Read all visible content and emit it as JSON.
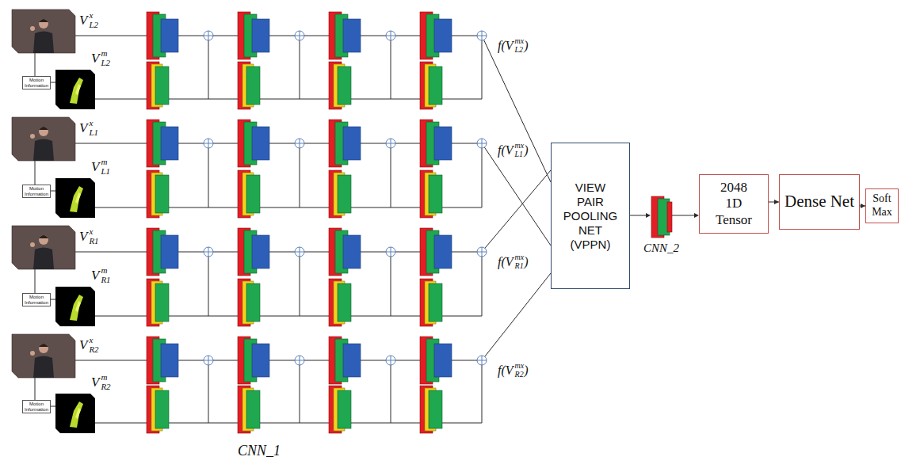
{
  "diagram": {
    "nodes": [
      {
        "text": [
          "Motion Information"
        ]
      },
      {
        "text": [
          "Motion Information"
        ]
      },
      {
        "text": [
          "Motion Information"
        ]
      },
      {
        "text": [
          "Motion Information"
        ]
      },
      {
        "text": [
          "VIEW PAIR POOLING NET (VPPN)"
        ]
      },
      {
        "text": [
          "2048 1D Tensor"
        ]
      },
      {
        "text": [
          "Dense Net"
        ]
      },
      {
        "text": [
          "Soft Max"
        ]
      }
    ],
    "edges": [
      {
        "from": 5,
        "to": 6,
        "arrow": "to"
      },
      {
        "from": 6,
        "to": 7,
        "arrow": "to"
      }
    ],
    "labels": [
      "V",
      "x",
      "L2",
      "V",
      "m",
      "L2",
      "V",
      "x",
      "L1",
      "V",
      "m",
      "L1",
      "V",
      "x",
      "R1",
      "V",
      "m",
      "R1",
      "V",
      "x",
      "R2",
      "V",
      "m",
      "R2",
      "f(V",
      "mx",
      "L2",
      ")",
      "f(V",
      "mx",
      "L1",
      ")",
      "f(V",
      "mx",
      "R1",
      ")",
      "f(V",
      "mx",
      "R2",
      ")",
      "CNN_1",
      "CNN_2"
    ]
  }
}
